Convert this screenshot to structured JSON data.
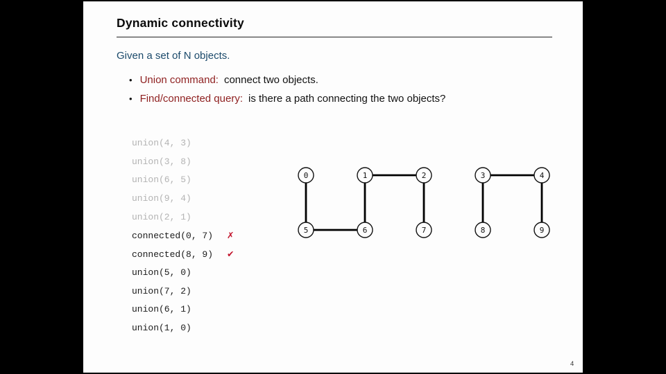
{
  "slide": {
    "title": "Dynamic connectivity",
    "page_number": "4",
    "intro": "Given a set of N objects.",
    "bullet_char": "•",
    "bullets": [
      {
        "label": "Union command:",
        "text": "connect two objects."
      },
      {
        "label": "Find/connected query:",
        "text": "is there a path connecting the two objects?"
      }
    ],
    "commands": [
      {
        "text": "union(4, 3)",
        "state": "past",
        "result": ""
      },
      {
        "text": "union(3, 8)",
        "state": "past",
        "result": ""
      },
      {
        "text": "union(6, 5)",
        "state": "past",
        "result": ""
      },
      {
        "text": "union(9, 4)",
        "state": "past",
        "result": ""
      },
      {
        "text": "union(2, 1)",
        "state": "past",
        "result": ""
      },
      {
        "text": "connected(0, 7)",
        "state": "current",
        "result": "✗"
      },
      {
        "text": "connected(8, 9)",
        "state": "current",
        "result": "✔"
      },
      {
        "text": "union(5, 0)",
        "state": "current",
        "result": ""
      },
      {
        "text": "union(7, 2)",
        "state": "current",
        "result": ""
      },
      {
        "text": "union(6, 1)",
        "state": "current",
        "result": ""
      },
      {
        "text": "union(1, 0)",
        "state": "current",
        "result": ""
      }
    ],
    "colors": {
      "heading_blue": "#1b4a6b",
      "command_red": "#8e1f1f",
      "mark_red": "#c2132b",
      "past_gray": "#b3b3b3"
    }
  },
  "graph": {
    "nodes": [
      {
        "id": "0",
        "col": 0,
        "row": 0
      },
      {
        "id": "1",
        "col": 1,
        "row": 0
      },
      {
        "id": "2",
        "col": 2,
        "row": 0
      },
      {
        "id": "3",
        "col": 3,
        "row": 0
      },
      {
        "id": "4",
        "col": 4,
        "row": 0
      },
      {
        "id": "5",
        "col": 0,
        "row": 1
      },
      {
        "id": "6",
        "col": 1,
        "row": 1
      },
      {
        "id": "7",
        "col": 2,
        "row": 1
      },
      {
        "id": "8",
        "col": 3,
        "row": 1
      },
      {
        "id": "9",
        "col": 4,
        "row": 1
      }
    ],
    "edges": [
      [
        "0",
        "5"
      ],
      [
        "5",
        "6"
      ],
      [
        "1",
        "6"
      ],
      [
        "1",
        "2"
      ],
      [
        "2",
        "7"
      ],
      [
        "3",
        "4"
      ],
      [
        "3",
        "8"
      ],
      [
        "4",
        "9"
      ]
    ]
  }
}
